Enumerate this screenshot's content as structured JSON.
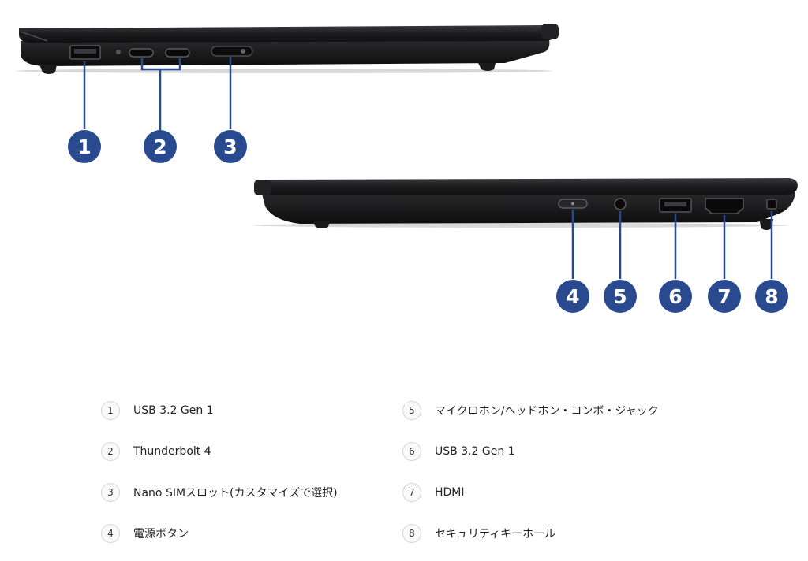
{
  "colors": {
    "callout": "#2a4a90",
    "laptop_body": "#1d1d1f",
    "port": "#3a3a3d"
  },
  "callouts": [
    "1",
    "2",
    "3",
    "4",
    "5",
    "6",
    "7",
    "8"
  ],
  "legend": [
    {
      "num": "1",
      "label": "USB 3.2 Gen 1"
    },
    {
      "num": "2",
      "label": "Thunderbolt 4"
    },
    {
      "num": "3",
      "label": "Nano SIMスロット(カスタマイズで選択)"
    },
    {
      "num": "4",
      "label": "電源ボタン"
    },
    {
      "num": "5",
      "label": "マイクロホン/ヘッドホン・コンボ・ジャック"
    },
    {
      "num": "6",
      "label": "USB 3.2 Gen 1"
    },
    {
      "num": "7",
      "label": "HDMI"
    },
    {
      "num": "8",
      "label": "セキュリティキーホール"
    }
  ]
}
